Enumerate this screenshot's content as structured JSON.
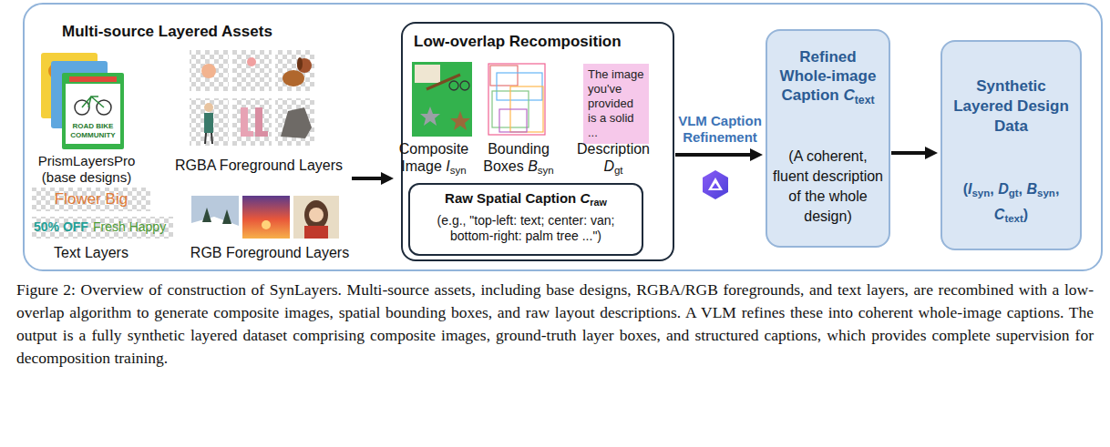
{
  "diagram": {
    "caption": "Figure 2: Overview of construction of SynLayers. Multi-source assets, including base designs, RGBA/RGB foregrounds, and text layers, are recombined with a low-overlap algorithm to generate composite images, spatial bounding boxes, and raw layout descriptions. A VLM refines these into coherent whole-image captions. The output is a fully synthetic layered dataset comprising composite images, ground-truth layer boxes, and structured captions, which provides complete supervision for decomposition training.",
    "nodes": [
      {
        "text": [
          "Multi-source Layered Assets"
        ]
      },
      {
        "text": [
          "Low-overlap Recomposition"
        ],
        "in": 0
      },
      {
        "text": [
          "The image you've provided is a solid ..."
        ],
        "in": 1
      },
      {
        "text": [
          "Raw Spatial Caption Craw",
          "(e.g., \"top-left: text; center: van; bottom-right: palm tree ...\")"
        ],
        "in": 1
      },
      {
        "text": [
          "Refined Whole-image Caption Ctext",
          "(A coherent, fluent description of the whole design)"
        ],
        "in": 0
      },
      {
        "text": [
          "Synthetic Layered Design Data",
          "(Isyn, Dgt, Bsyn, Ctext)"
        ],
        "in": 0
      }
    ],
    "edges": [
      {
        "from": 1,
        "to": 4,
        "arrow": "to",
        "label": "VLM Caption Refinement"
      },
      {
        "from": 4,
        "to": 5,
        "arrow": "to"
      }
    ],
    "labels": [
      "PrismLayersPro (base designs)",
      "ROAD BIKE",
      "COMMUNITY",
      "RGBA Foreground Layers",
      "Flower Big",
      "50% OFF",
      "Fresh Happy",
      "Text Layers",
      "RGB Foreground Layers",
      "Composite Image Isyn",
      "Bounding Boxes Bsyn",
      "Description Dgt"
    ]
  }
}
